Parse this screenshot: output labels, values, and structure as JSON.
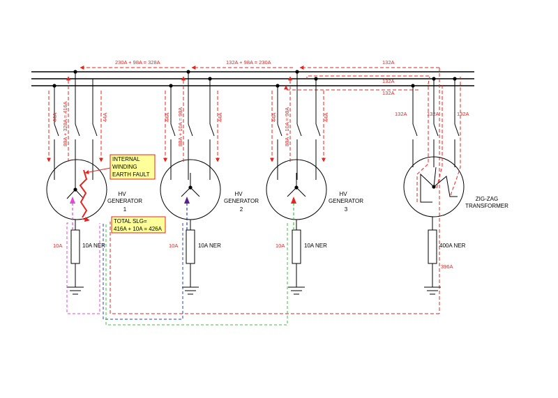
{
  "colors": {
    "fault": "#e8231f",
    "magenta": "#e04ad8",
    "blue": "#1e3fd1",
    "green": "#38c43a",
    "note_fill": "#ffff99",
    "wire": "#000000"
  },
  "bus_labels": {
    "seg1": "230A + 98A = 328A",
    "seg2": "132A + 98A = 230A",
    "seg3": "132A",
    "zz_in1": "132A",
    "zz_in2": "132A"
  },
  "gen1": {
    "name_line1": "HV",
    "name_line2": "GENERATOR",
    "name_line3": "1",
    "ner": "10A NER",
    "earth_current": "10A",
    "left_current": "44A",
    "mid_current": "88A + 328A = 416A",
    "right_current": "44A"
  },
  "gen2": {
    "name_line1": "HV",
    "name_line2": "GENERATOR",
    "name_line3": "2",
    "ner": "10A NER",
    "earth_current": "10A",
    "left_current": "44A",
    "mid_current": "88A + 10A = 98A",
    "right_current": "44A"
  },
  "gen3": {
    "name_line1": "HV",
    "name_line2": "GENERATOR",
    "name_line3": "3",
    "ner": "10A NER",
    "earth_current": "10A",
    "left_current": "44A",
    "mid_current": "88A + 10A = 98A",
    "right_current": "44A"
  },
  "zigzag": {
    "name_line1": "ZIG-ZAG",
    "name_line2": "TRANSFORMER",
    "ner": "400A NER",
    "earth_current": "396A",
    "phase1": "132A",
    "phase2": "132A",
    "phase3": "132A"
  },
  "fault_note": {
    "line1": "INTERNAL",
    "line2": "WINDING",
    "line3": "EARTH FAULT"
  },
  "slg_note": {
    "line1": "TOTAL SLG=",
    "line2": "416A + 10A = 426A"
  }
}
